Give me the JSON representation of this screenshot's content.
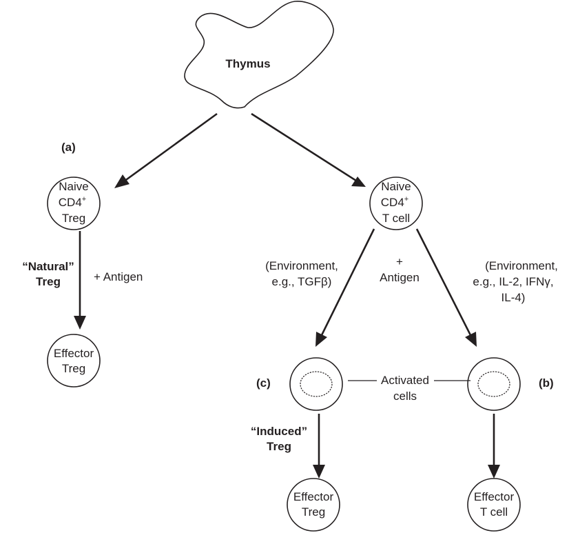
{
  "thymus": {
    "label": "Thymus"
  },
  "panels": {
    "a": "(a)",
    "b": "(b)",
    "c": "(c)"
  },
  "nodes": {
    "naive_treg": [
      "Naive",
      "CD4",
      "Treg"
    ],
    "naive_tcell": [
      "Naive",
      "CD4",
      "T cell"
    ],
    "effector_treg_natural": [
      "Effector",
      "Treg"
    ],
    "effector_treg_induced": [
      "Effector",
      "Treg"
    ],
    "effector_tcell": [
      "Effector",
      "T cell"
    ],
    "superscript": "+"
  },
  "labels": {
    "natural_treg": [
      "“Natural”",
      "Treg"
    ],
    "induced_treg": [
      "“Induced”",
      "Treg"
    ],
    "antigen_left": "+ Antigen",
    "antigen_center": [
      "+",
      "Antigen"
    ],
    "env_left": [
      "(Environment,",
      "e.g., TGFβ)"
    ],
    "env_right": [
      "(Environment,",
      "e.g., IL-2, IFNγ,",
      "IL-4)"
    ],
    "activated_cells": [
      "Activated",
      "cells"
    ]
  }
}
